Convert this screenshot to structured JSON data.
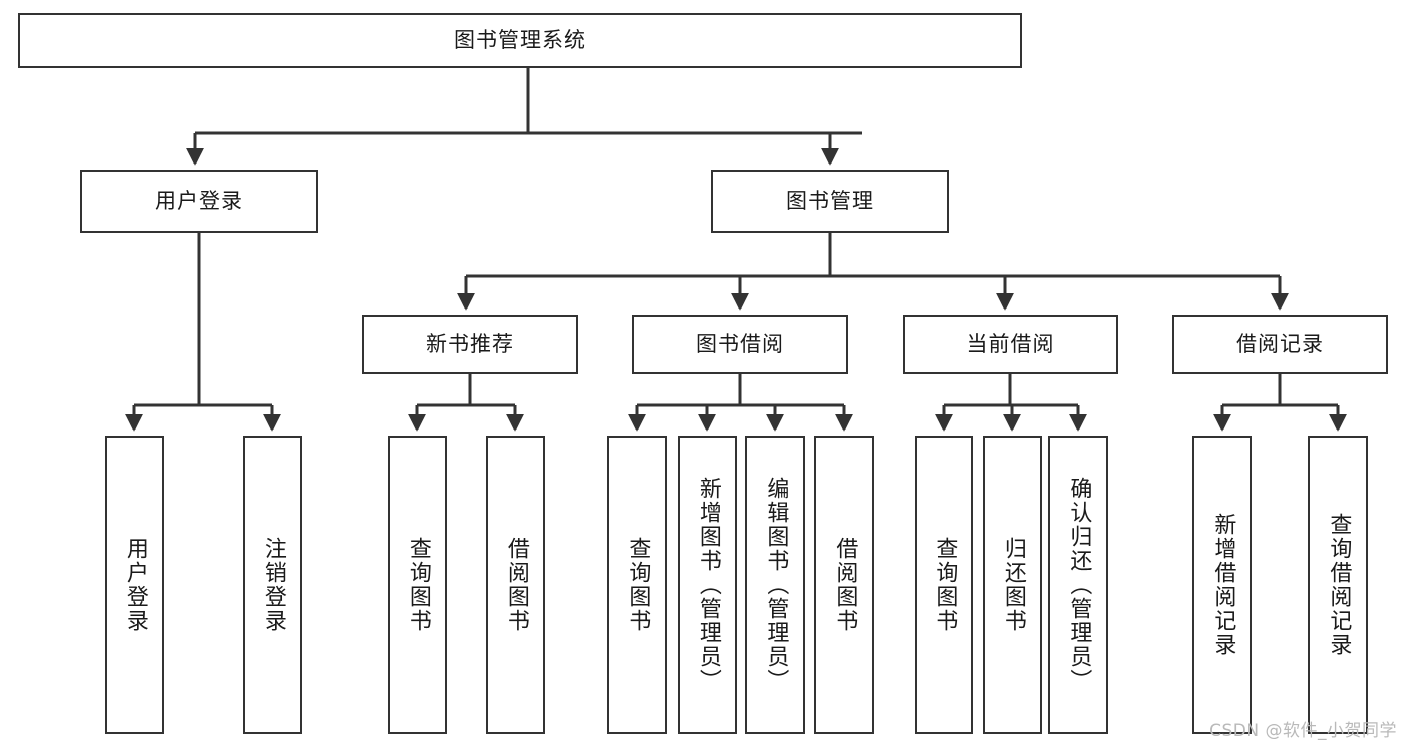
{
  "diagram": {
    "title": "图书管理系统",
    "type": "tree",
    "orientation": "top-down",
    "colors": {
      "box_border": "#333333",
      "box_fill": "#ffffff",
      "connector": "#333333",
      "text": "#1a1a1a",
      "watermark": "#b9b9b9",
      "background": "#ffffff"
    },
    "root": {
      "label": "图书管理系统"
    },
    "level2": [
      {
        "id": "user-login",
        "label": "用户登录"
      },
      {
        "id": "book-management",
        "label": "图书管理"
      }
    ],
    "level3": [
      {
        "id": "new-book-recommend",
        "label": "新书推荐",
        "parent": "book-management"
      },
      {
        "id": "book-borrow",
        "label": "图书借阅",
        "parent": "book-management"
      },
      {
        "id": "current-borrow",
        "label": "当前借阅",
        "parent": "book-management"
      },
      {
        "id": "borrow-record",
        "label": "借阅记录",
        "parent": "book-management"
      }
    ],
    "leaves": {
      "user-login": [
        {
          "id": "leaf-user-login",
          "label": "用户登录"
        },
        {
          "id": "leaf-logout",
          "label": "注销登录"
        }
      ],
      "new-book-recommend": [
        {
          "id": "leaf-query-book-1",
          "label": "查询图书"
        },
        {
          "id": "leaf-borrow-book-1",
          "label": "借阅图书"
        }
      ],
      "book-borrow": [
        {
          "id": "leaf-query-book-2",
          "label": "查询图书"
        },
        {
          "id": "leaf-add-book",
          "label": "新增图书（管理员）"
        },
        {
          "id": "leaf-edit-book",
          "label": "编辑图书（管理员）"
        },
        {
          "id": "leaf-borrow-book-2",
          "label": "借阅图书"
        }
      ],
      "current-borrow": [
        {
          "id": "leaf-query-book-3",
          "label": "查询图书"
        },
        {
          "id": "leaf-return-book",
          "label": "归还图书"
        },
        {
          "id": "leaf-confirm-return",
          "label": "确认归还（管理员）"
        }
      ],
      "borrow-record": [
        {
          "id": "leaf-add-record",
          "label": "新增借阅记录"
        },
        {
          "id": "leaf-query-record",
          "label": "查询借阅记录"
        }
      ]
    }
  },
  "watermark": {
    "text": "CSDN @软件_小贺同学"
  }
}
